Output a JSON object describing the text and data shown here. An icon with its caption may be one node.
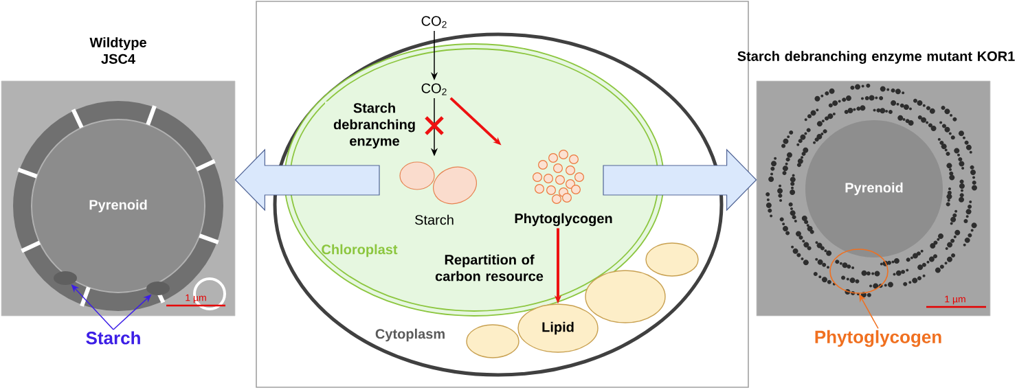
{
  "diagram": {
    "nodes": [
      {
        "text": [
          "Wildtype JSC4"
        ]
      },
      {
        "text": [
          "Pyrenoid"
        ],
        "in": 0
      },
      {
        "text": [],
        "shape": "ellipse",
        "in": 0
      },
      {
        "text": [],
        "shape": "ellipse",
        "in": 0
      },
      {
        "text": [
          "Starch"
        ]
      },
      {
        "text": [],
        "shape": "box"
      },
      {
        "text": [
          "CO$_{2}$"
        ],
        "in": 5
      },
      {
        "text": [
          "Cytoplasm"
        ],
        "in": 5
      },
      {
        "text": [
          "Chloroplast"
        ],
        "in": 7
      },
      {
        "text": [
          "CO$_{2}$"
        ],
        "in": 8
      },
      {
        "text": [
          "Starch"
        ],
        "in": 8
      },
      {
        "text": [
          "Phytoglycogen"
        ],
        "in": 8
      },
      {
        "text": [],
        "shape": "ellipse",
        "in": 7
      },
      {
        "text": [
          "Lipid"
        ],
        "in": 7
      },
      {
        "text": [],
        "shape": "ellipse",
        "in": 7
      },
      {
        "text": [],
        "shape": "ellipse",
        "in": 7
      },
      {
        "text": [
          "Starch debranching enzyme mutant KOR1"
        ]
      },
      {
        "text": [
          "Pyrenoid"
        ],
        "in": 16
      },
      {
        "text": [],
        "shape": "ellipse",
        "in": 16
      },
      {
        "text": [
          "Phytoglycogen"
        ]
      }
    ],
    "edges": [
      {
        "from": 4,
        "to": 2,
        "arrow": "to",
        "color": "#3c1ee6"
      },
      {
        "from": 4,
        "to": 3,
        "arrow": "to",
        "color": "#3c1ee6"
      },
      {
        "from": 6,
        "to": 9,
        "arrow": "to",
        "color": "#000000"
      },
      {
        "from": 9,
        "to": 10,
        "arrow": "to",
        "color": "#000000",
        "label": "Starch debranching enzyme"
      },
      {
        "from": 9,
        "to": 11,
        "arrow": "to",
        "style": "thick",
        "color": "#ee1111"
      },
      {
        "from": 11,
        "to": 13,
        "arrow": "to",
        "style": "thick",
        "color": "#ee1111",
        "label": "Repartition of carbon resource"
      },
      {
        "from": 8,
        "to": 0,
        "arrow": "to",
        "style": "thick",
        "color": "#dae8fc"
      },
      {
        "from": 8,
        "to": 16,
        "arrow": "to",
        "style": "thick",
        "color": "#dae8fc"
      },
      {
        "from": 19,
        "to": 18,
        "arrow": "to",
        "color": "#f07020"
      }
    ],
    "labels": [
      "1 µm",
      "1 µm"
    ]
  }
}
